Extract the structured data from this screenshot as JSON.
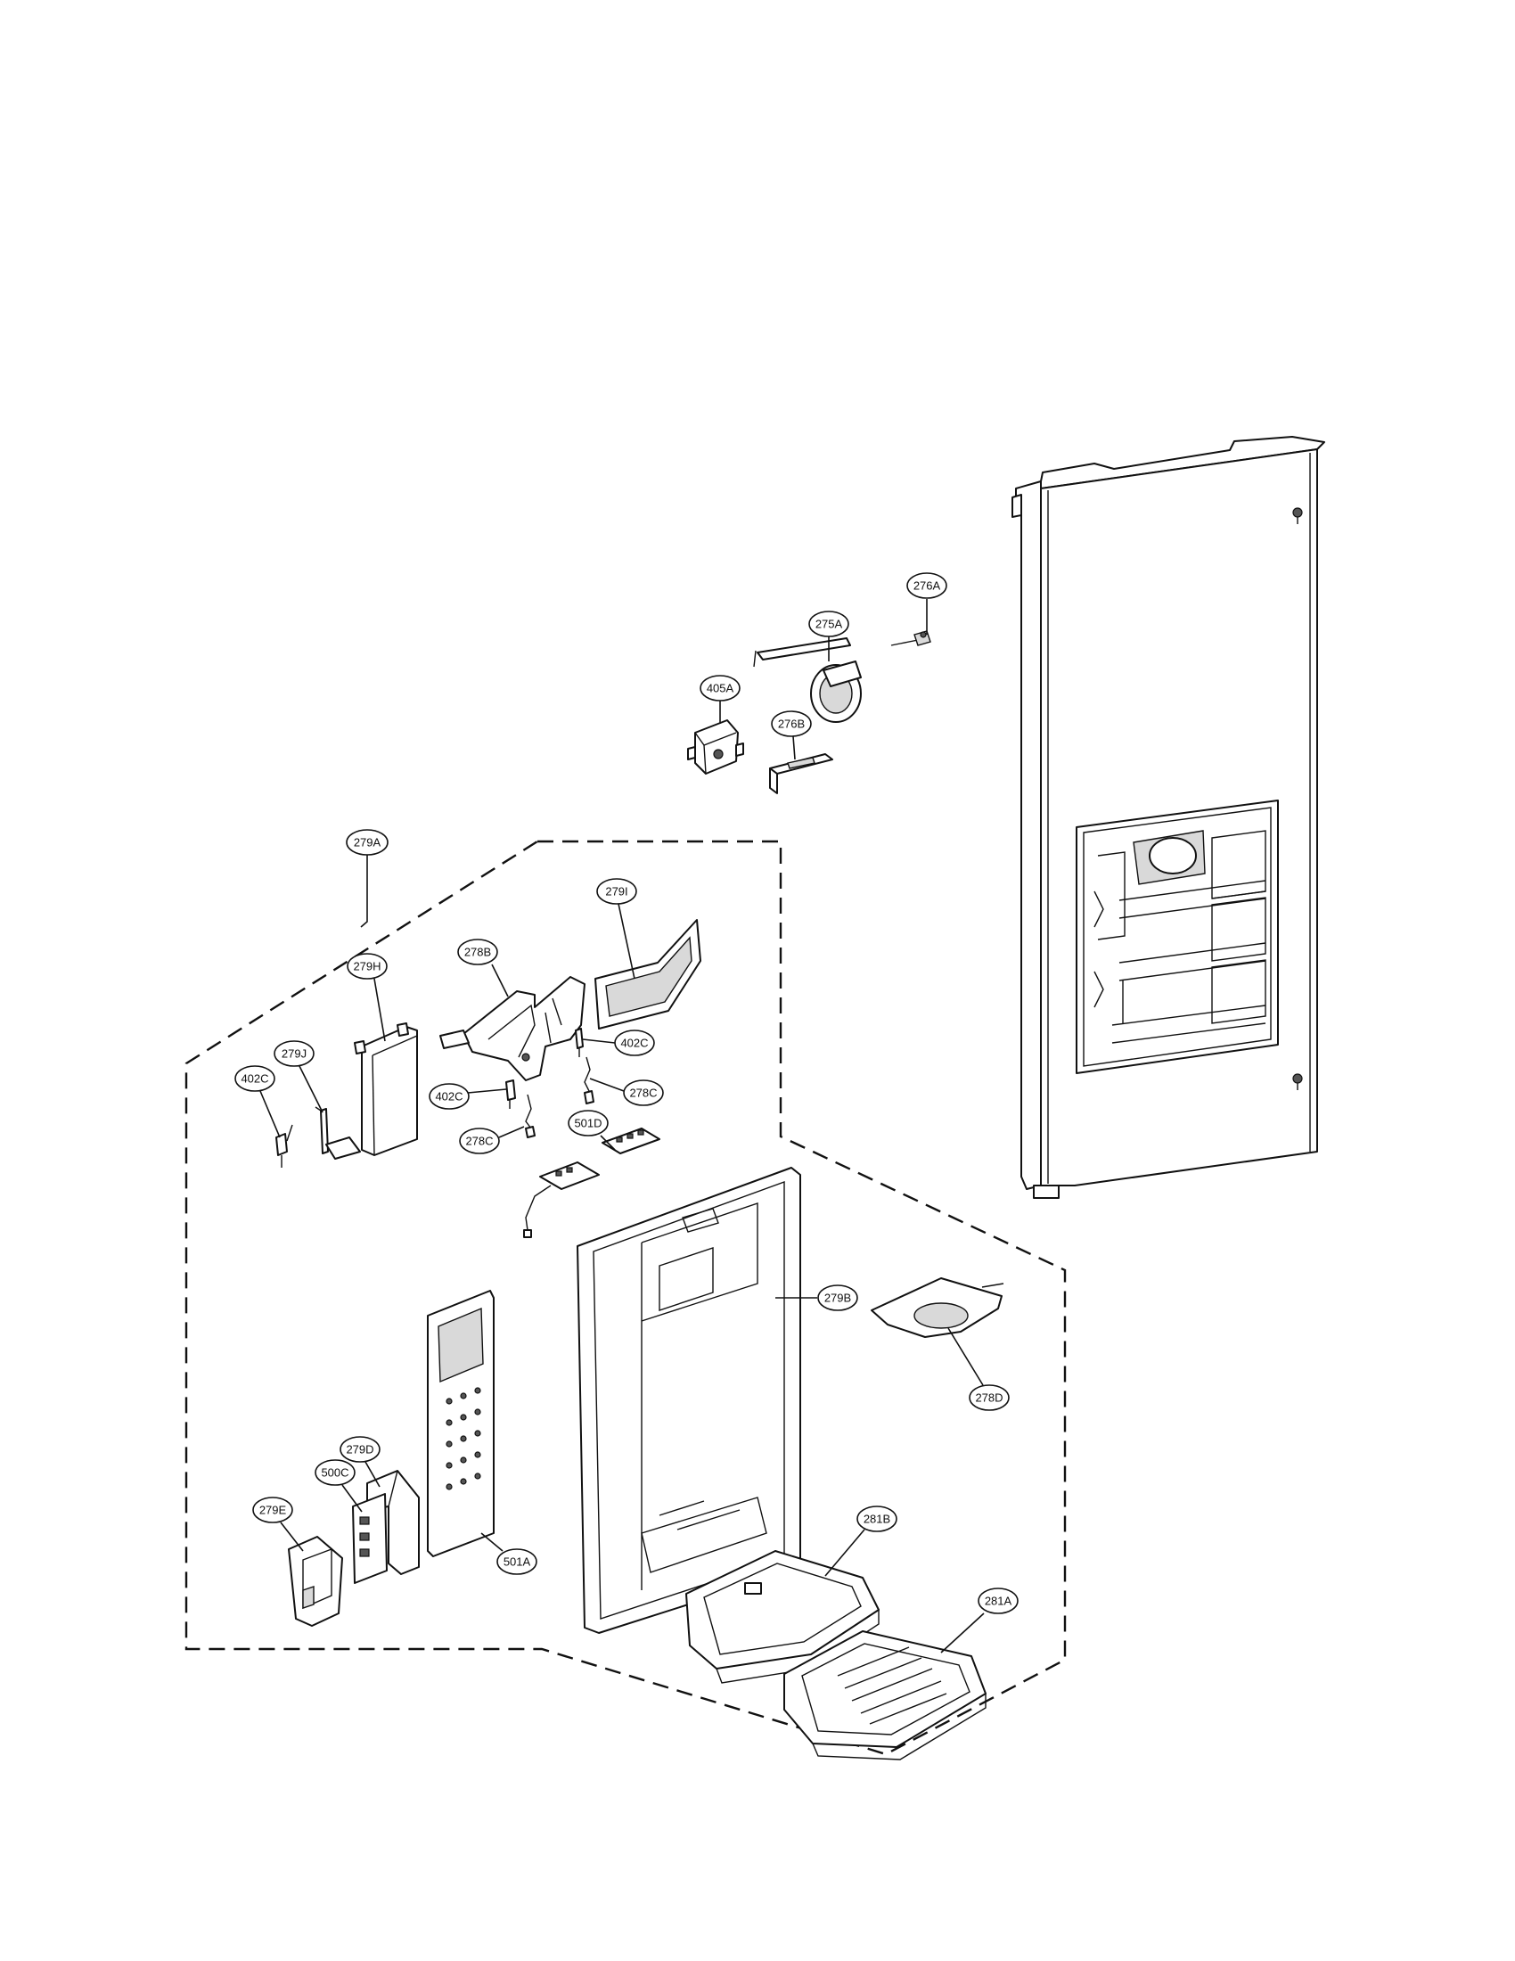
{
  "colors": {
    "line": "#111111",
    "background": "#ffffff",
    "shade": "#d9d9d9"
  },
  "callouts": [
    {
      "id": "276A",
      "label": "276A"
    },
    {
      "id": "275A",
      "label": "275A"
    },
    {
      "id": "405A",
      "label": "405A"
    },
    {
      "id": "276B",
      "label": "276B"
    },
    {
      "id": "279A",
      "label": "279A"
    },
    {
      "id": "279I",
      "label": "279I"
    },
    {
      "id": "278B",
      "label": "278B"
    },
    {
      "id": "279H",
      "label": "279H"
    },
    {
      "id": "402C-right",
      "label": "402C"
    },
    {
      "id": "279J",
      "label": "279J"
    },
    {
      "id": "402C-left",
      "label": "402C"
    },
    {
      "id": "402C-center",
      "label": "402C"
    },
    {
      "id": "278C-right",
      "label": "278C"
    },
    {
      "id": "278C-left",
      "label": "278C"
    },
    {
      "id": "501D",
      "label": "501D"
    },
    {
      "id": "279B",
      "label": "279B"
    },
    {
      "id": "278D",
      "label": "278D"
    },
    {
      "id": "279D",
      "label": "279D"
    },
    {
      "id": "500C",
      "label": "500C"
    },
    {
      "id": "279E",
      "label": "279E"
    },
    {
      "id": "501A",
      "label": "501A"
    },
    {
      "id": "281B",
      "label": "281B"
    },
    {
      "id": "281A",
      "label": "281A"
    }
  ]
}
